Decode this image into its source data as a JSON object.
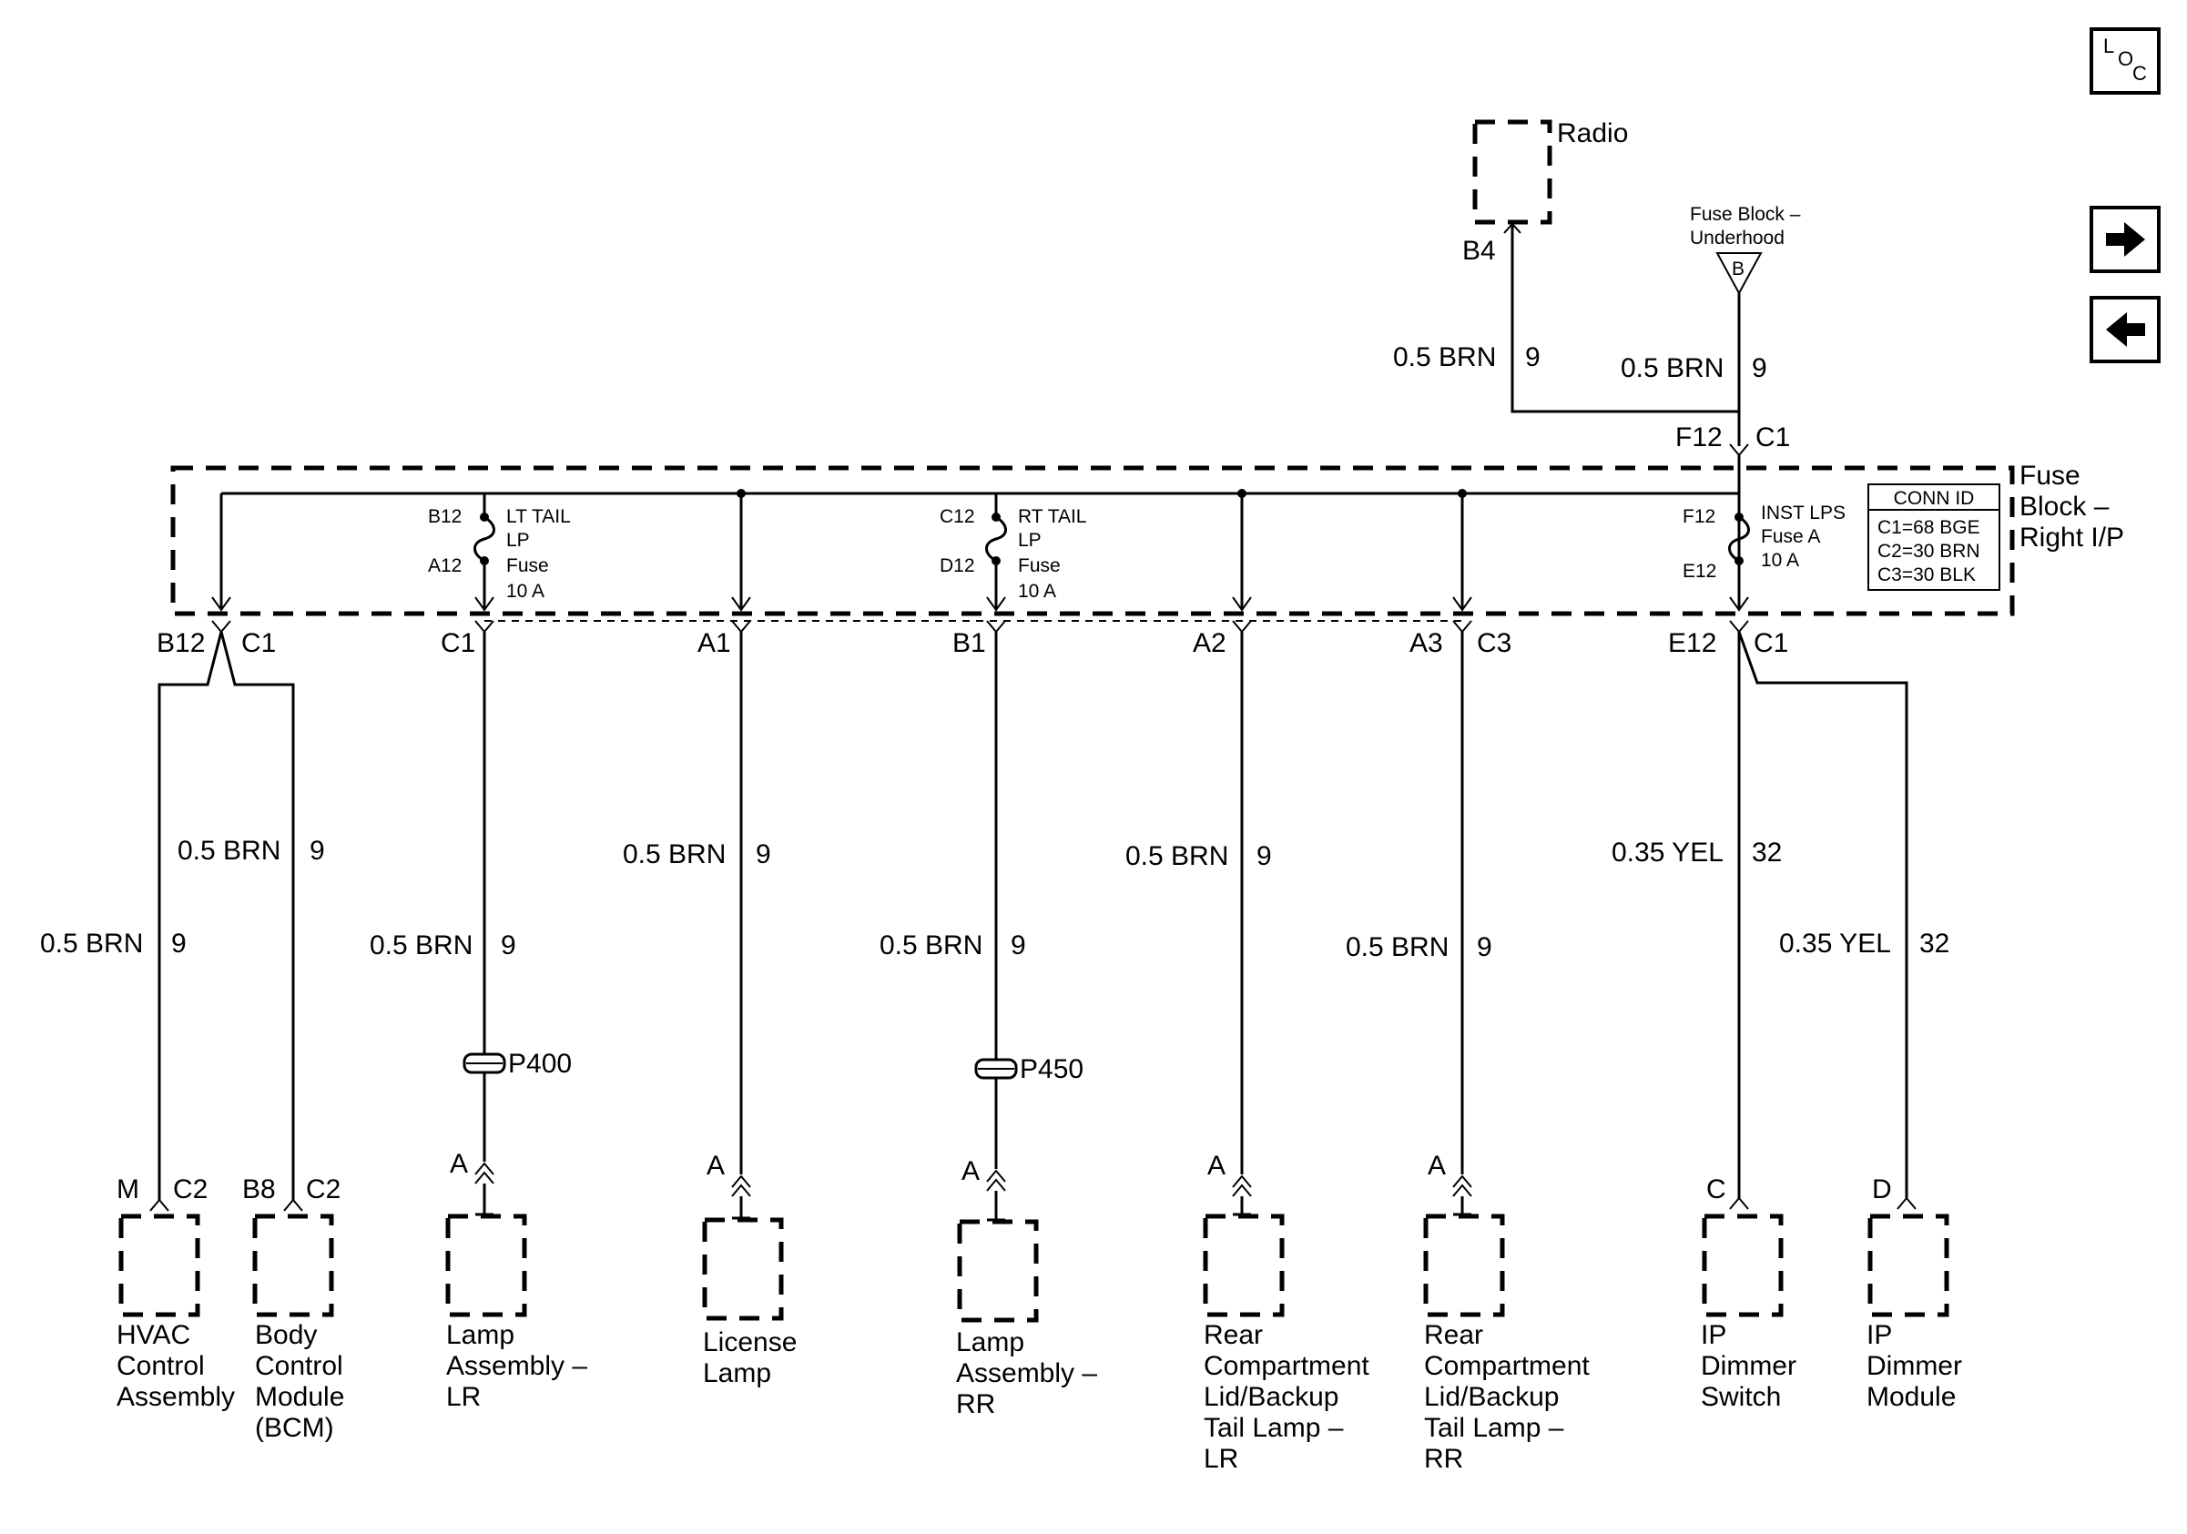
{
  "nav": {
    "loc_l": "L",
    "loc_o": "O",
    "loc_c": "C"
  },
  "radio": {
    "label": "Radio",
    "pin": "B4",
    "wire": "0.5 BRN",
    "circuit": "9"
  },
  "underhood": {
    "label_line1": "Fuse Block –",
    "label_line2": "Underhood",
    "symbol": "B",
    "wire": "0.5 BRN",
    "circuit": "9",
    "pin": "F12",
    "conn": "C1"
  },
  "fuse_block": {
    "title_line1": "Fuse",
    "title_line2": "Block –",
    "title_line3": "Right I/P",
    "conn_id": {
      "header": "CONN ID",
      "rows": [
        "C1=68 BGE",
        "C2=30 BRN",
        "C3=30 BLK"
      ]
    },
    "fuses": [
      {
        "top": "B12",
        "bottom": "A12",
        "line1": "LT TAIL",
        "line2": "LP",
        "line3": "Fuse",
        "line4": "10 A"
      },
      {
        "top": "C12",
        "bottom": "D12",
        "line1": "RT TAIL",
        "line2": "LP",
        "line3": "Fuse",
        "line4": "10 A"
      },
      {
        "top": "F12",
        "bottom": "E12",
        "line1": "INST LPS",
        "line2": "Fuse A",
        "line3": "10 A",
        "line4": ""
      }
    ]
  },
  "outputs": [
    {
      "pin": "B12",
      "conn": "C1"
    },
    {
      "pin": "",
      "conn": "C1"
    },
    {
      "pin": "A1",
      "conn": ""
    },
    {
      "pin": "B1",
      "conn": ""
    },
    {
      "pin": "A2",
      "conn": ""
    },
    {
      "pin": "A3",
      "conn": "C3"
    },
    {
      "pin": "E12",
      "conn": "C1"
    }
  ],
  "wires": {
    "bcm": {
      "wire": "0.5 BRN",
      "circuit": "9"
    },
    "hvac": {
      "wire": "0.5 BRN",
      "circuit": "9"
    },
    "lr": {
      "wire": "0.5 BRN",
      "circuit": "9"
    },
    "license": {
      "wire": "0.5 BRN",
      "circuit": "9"
    },
    "rr": {
      "wire": "0.5 BRN",
      "circuit": "9"
    },
    "rc_lr": {
      "wire": "0.5 BRN",
      "circuit": "9"
    },
    "rc_rr": {
      "wire": "0.5 BRN",
      "circuit": "9"
    },
    "dimmer_switch": {
      "wire": "0.35 YEL",
      "circuit": "32"
    },
    "dimmer_module": {
      "wire": "0.35 YEL",
      "circuit": "32"
    }
  },
  "splices": {
    "p400": "P400",
    "p450": "P450"
  },
  "components": {
    "hvac": {
      "pin": "M",
      "conn": "C2",
      "lines": [
        "HVAC",
        "Control",
        "Assembly"
      ]
    },
    "bcm": {
      "pin": "B8",
      "conn": "C2",
      "lines": [
        "Body",
        "Control",
        "Module",
        "(BCM)"
      ]
    },
    "lamp_lr": {
      "pin": "A",
      "lines": [
        "Lamp",
        "Assembly –",
        "LR"
      ]
    },
    "license": {
      "pin": "A",
      "lines": [
        "License",
        "Lamp"
      ]
    },
    "lamp_rr": {
      "pin": "A",
      "lines": [
        "Lamp",
        "Assembly –",
        "RR"
      ]
    },
    "rc_lr": {
      "pin": "A",
      "lines": [
        "Rear",
        "Compartment",
        "Lid/Backup",
        "Tail Lamp –",
        "LR"
      ]
    },
    "rc_rr": {
      "pin": "A",
      "lines": [
        "Rear",
        "Compartment",
        "Lid/Backup",
        "Tail Lamp –",
        "RR"
      ]
    },
    "ip_switch": {
      "pin": "C",
      "lines": [
        "IP",
        "Dimmer",
        "Switch"
      ]
    },
    "ip_module": {
      "pin": "D",
      "lines": [
        "IP",
        "Dimmer",
        "Module"
      ]
    }
  }
}
